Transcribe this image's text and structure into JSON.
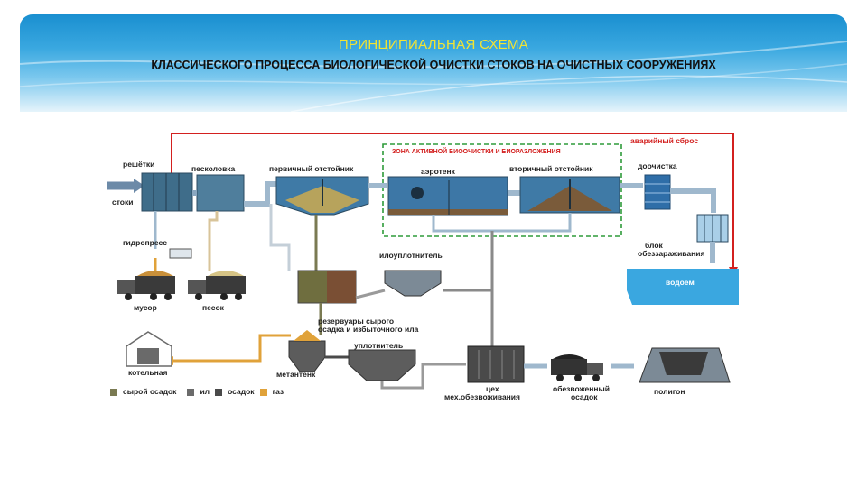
{
  "title": {
    "line1": "ПРИНЦИПИАЛЬНАЯ СХЕМА",
    "line2": "КЛАССИЧЕСКОГО ПРОЦЕССА БИОЛОГИЧЕСКОЙ ОЧИСТКИ СТОКОВ НА ОЧИСТНЫХ СООРУЖЕНИЯХ"
  },
  "diagram": {
    "zone_label": "ЗОНА АКТИВНОЙ БИООЧИСТКИ И БИОРАЗЛОЖЕНИЯ",
    "emergency": "аварийный сброс",
    "nodes": {
      "screens": "решётки",
      "sand_trap": "песколовка",
      "primary_settler": "первичный отстойник",
      "aerotank": "аэротенк",
      "secondary_settler": "вторичный отстойник",
      "posttreatment": "доочистка",
      "inflow": "стоки",
      "hydropress": "гидропресс",
      "sludge_thickener": "илоуплотнитель",
      "disinfection_line1": "блок",
      "disinfection_line2": "обеззараживания",
      "water_body": "водоём",
      "trash": "мусор",
      "sand": "песок",
      "tanks_line1": "резервуары сырого",
      "tanks_line2": "осадка и избыточного ила",
      "thickener": "уплотнитель",
      "boiler": "котельная",
      "digester": "метантенк",
      "dewatering_line1": "цех",
      "dewatering_line2": "мех.обезвоживания",
      "dewatered_line1": "обезвоженный",
      "dewatered_line2": "осадок",
      "landfill": "полигон"
    },
    "legend": [
      {
        "label": "сырой осадок",
        "color": "#7a7a52"
      },
      {
        "label": "ил",
        "color": "#6b6b6b"
      },
      {
        "label": "осадок",
        "color": "#4a4a4a"
      },
      {
        "label": "газ",
        "color": "#e0a23a"
      }
    ]
  }
}
